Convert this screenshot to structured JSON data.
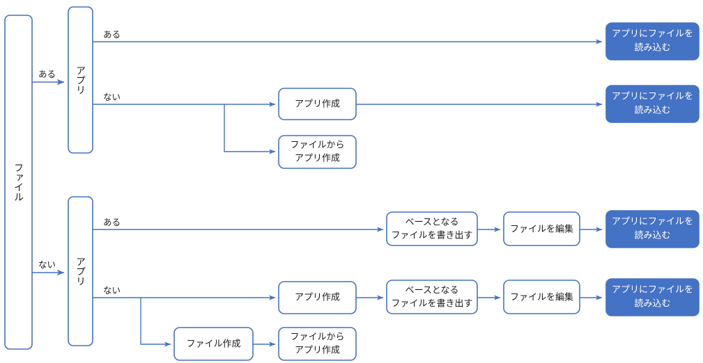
{
  "diagram": {
    "type": "flowchart",
    "title": "",
    "orientation": "left-to-right",
    "colors": {
      "accent": "#4472c4",
      "filled_box_fill": "#4472c4",
      "filled_box_text": "#ffffff",
      "plain_box_fill": "#ffffff",
      "plain_box_stroke": "#4472c4",
      "text": "#1a1a1a",
      "background": "#ffffff"
    },
    "nodes": {
      "file_root": {
        "label": "ファイル",
        "style": "outline-vertical"
      },
      "app_top": {
        "label": "アプリ",
        "style": "outline-vertical"
      },
      "app_bottom": {
        "label": "アプリ",
        "style": "outline-vertical"
      },
      "load_file_1": {
        "label_line1": "アプリにファイルを",
        "label_line2": "読み込む",
        "style": "filled"
      },
      "load_file_2": {
        "label_line1": "アプリにファイルを",
        "label_line2": "読み込む",
        "style": "filled"
      },
      "load_file_3": {
        "label_line1": "アプリにファイルを",
        "label_line2": "読み込む",
        "style": "filled"
      },
      "load_file_4": {
        "label_line1": "アプリにファイルを",
        "label_line2": "読み込む",
        "style": "filled"
      },
      "create_app_1": {
        "label_line1": "アプリ作成",
        "label_line2": "",
        "style": "outline"
      },
      "create_app_from_file_1": {
        "label_line1": "ファイルから",
        "label_line2": "アプリ作成",
        "style": "outline"
      },
      "export_base_1": {
        "label_line1": "ベースとなる",
        "label_line2": "ファイルを書き出す",
        "style": "outline"
      },
      "edit_file_1": {
        "label_line1": "ファイルを編集",
        "label_line2": "",
        "style": "outline"
      },
      "create_app_2": {
        "label_line1": "アプリ作成",
        "label_line2": "",
        "style": "outline"
      },
      "export_base_2": {
        "label_line1": "ベースとなる",
        "label_line2": "ファイルを書き出す",
        "style": "outline"
      },
      "edit_file_2": {
        "label_line1": "ファイルを編集",
        "label_line2": "",
        "style": "outline"
      },
      "create_file": {
        "label_line1": "ファイル作成",
        "label_line2": "",
        "style": "outline"
      },
      "create_app_from_file_2": {
        "label_line1": "ファイルから",
        "label_line2": "アプリ作成",
        "style": "outline"
      }
    },
    "edge_labels": {
      "file_to_app_top": "ある",
      "file_to_app_bottom": "ない",
      "app_top_yes": "ある",
      "app_top_no": "ない",
      "app_bottom_yes": "ある",
      "app_bottom_no": "ない"
    }
  }
}
